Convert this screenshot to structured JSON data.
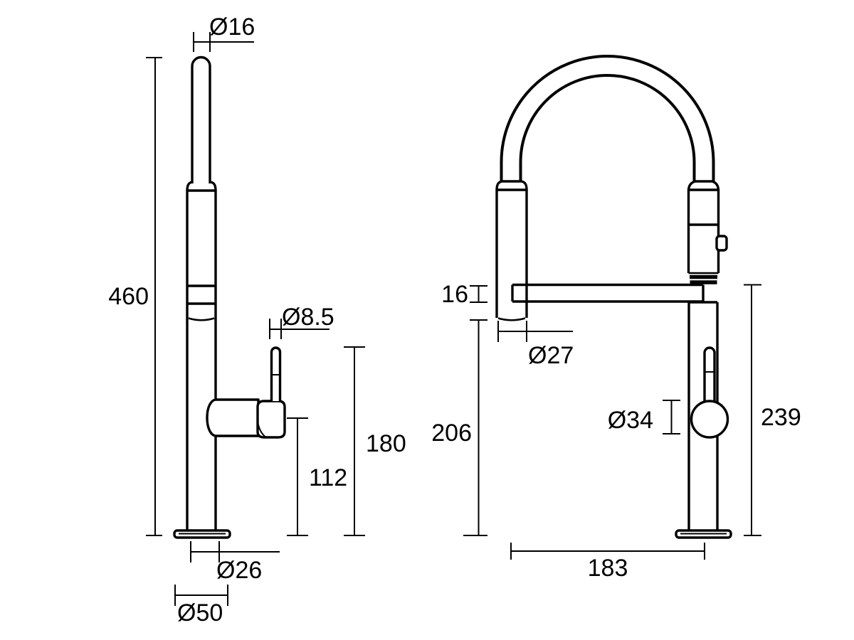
{
  "page": {
    "background": "#ffffff",
    "line_color": "#000000",
    "description": "Technical dimension drawing of a pull-out spray kitchen mixer tap, side view and front view"
  },
  "side_view": {
    "labels": {
      "spout_diameter": "Ø16",
      "overall_height": "460",
      "lever_diameter": "Ø8.5",
      "lever_height": "180",
      "cartridge_height": "112",
      "column_diameter": "Ø26",
      "base_diameter": "Ø50"
    }
  },
  "front_view": {
    "labels": {
      "arm_diameter": "16",
      "outlet_diameter": "Ø27",
      "outlet_height": "206",
      "knob_diameter": "Ø34",
      "arm_height": "239",
      "leg_spread": "183"
    }
  }
}
